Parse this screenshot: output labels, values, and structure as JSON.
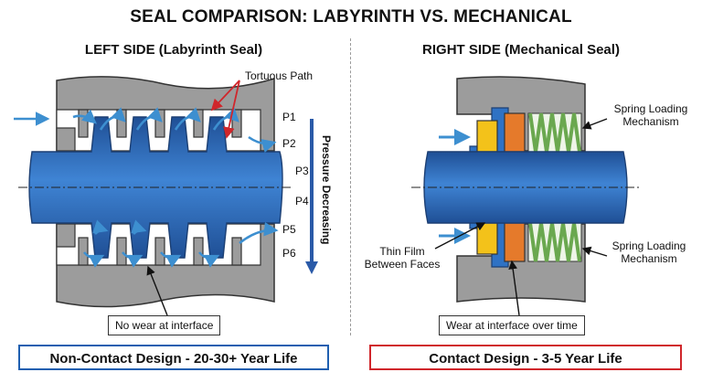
{
  "title": "SEAL COMPARISON: LABYRINTH VS. MECHANICAL",
  "left": {
    "heading": "LEFT SIDE (Labyrinth Seal)",
    "tortuous_label": "Tortuous Path",
    "pressure_label": "Pressure Decreasing",
    "pressure_points": [
      "P1",
      "P2",
      "P3",
      "P4",
      "P5",
      "P6"
    ],
    "wear_note": "No wear at interface",
    "banner": "Non-Contact Design - 20-30+ Year Life"
  },
  "right": {
    "heading": "RIGHT SIDE (Mechanical Seal)",
    "spring_top_label": "Spring Loading Mechanism",
    "spring_bottom_label": "Spring Loading Mechanism",
    "film_label": "Thin Film Between Faces",
    "wear_note": "Wear at interface over time",
    "banner": "Contact Design - 3-5 Year Life"
  },
  "colors": {
    "shaft": "#2f72c4",
    "housing": "#9c9c9c",
    "flow_arrow": "#3d8fd0",
    "yellow_face": "#f3c21a",
    "orange_face": "#e57a2b",
    "spring": "#6aa84f",
    "left_banner": "#1f5fb0",
    "right_banner": "#d0262b",
    "callout_red": "#d0262b"
  }
}
